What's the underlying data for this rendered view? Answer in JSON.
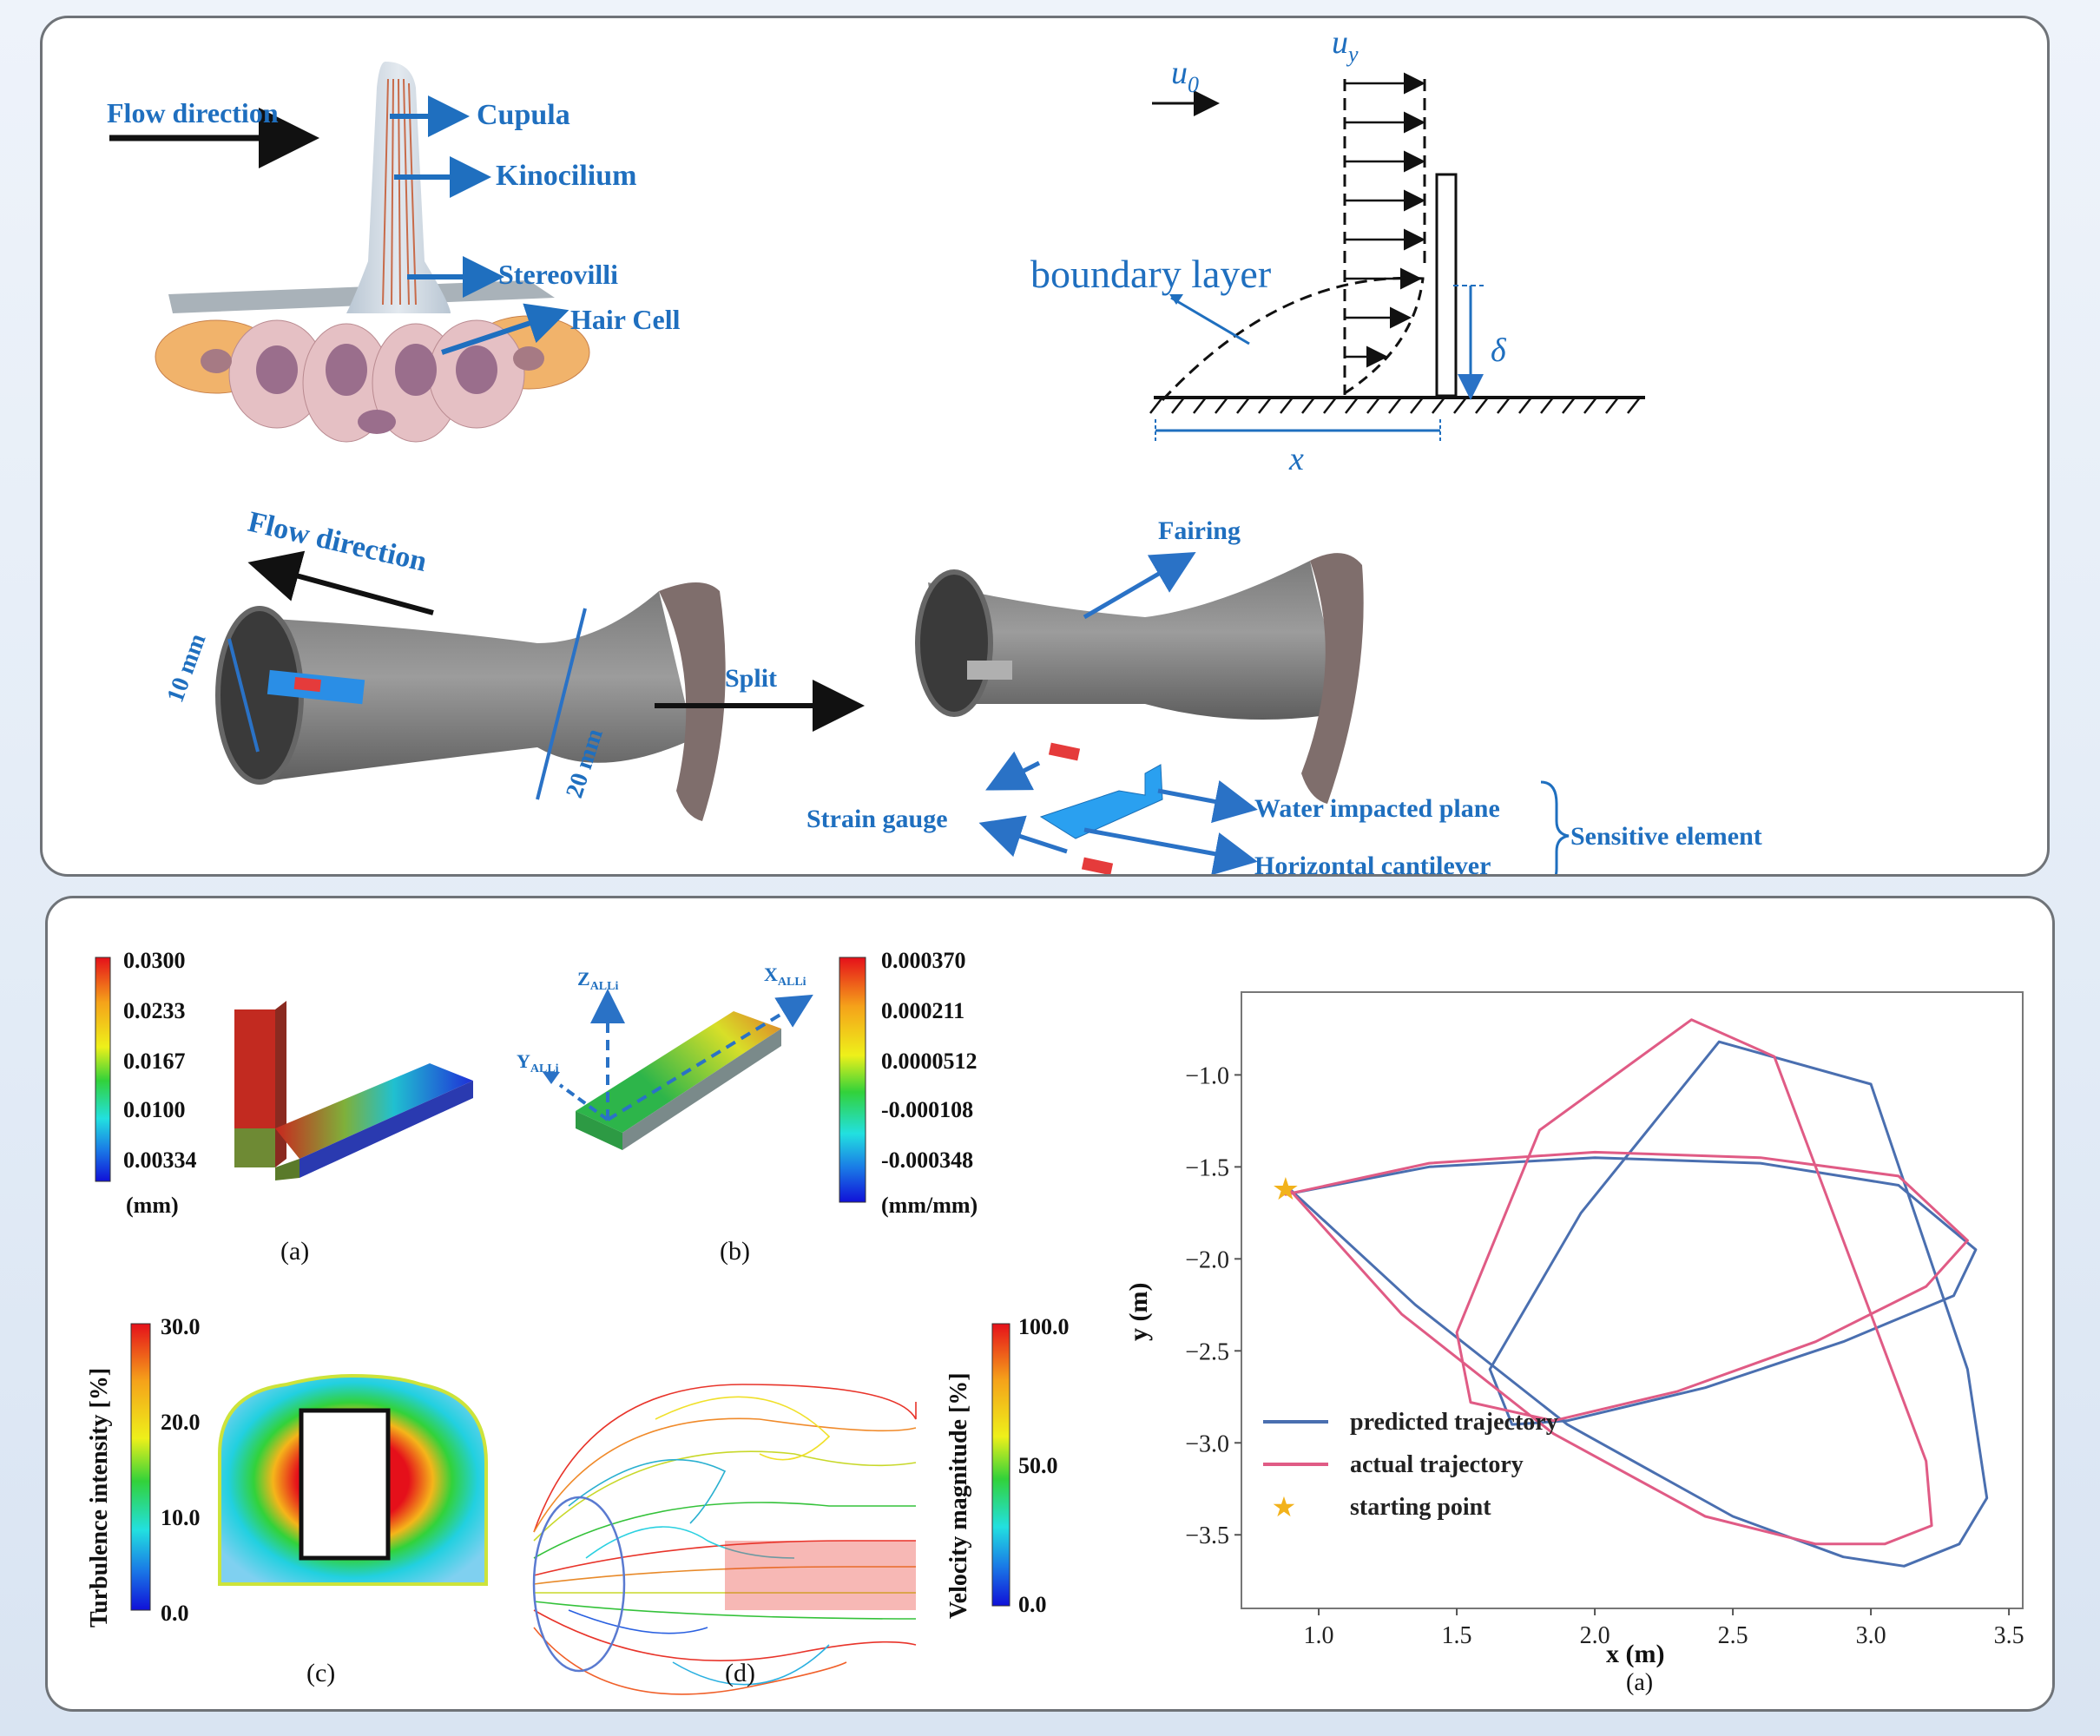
{
  "top": {
    "hair_cell": {
      "flow": "Flow direction",
      "cupula": "Cupula",
      "kinocilium": "Kinocilium",
      "stereovilli": "Stereovilli",
      "hair_cell": "Hair Cell"
    },
    "boundary": {
      "u0": "u",
      "u0_sub": "0",
      "uy": "u",
      "uy_sub": "y",
      "layer": "boundary layer",
      "delta": "δ",
      "x": "x"
    },
    "sensor": {
      "flow": "Flow direction",
      "d10": "10 mm",
      "d20": "20 mm",
      "split": "Split",
      "fairing": "Fairing",
      "strain": "Strain gauge",
      "water_plane": "Water impacted plane",
      "cantilever": "Horizontal cantilever",
      "sensitive": "Sensitive element"
    }
  },
  "bottom": {
    "fig_a": {
      "ticks": [
        "0.0300",
        "0.0233",
        "0.0167",
        "0.0100",
        "0.00334"
      ],
      "unit": "(mm)",
      "caption": "(a)"
    },
    "fig_b": {
      "ticks": [
        "0.000370",
        "0.000211",
        "0.0000512",
        "-0.000108",
        "-0.000348"
      ],
      "unit": "(mm/mm)",
      "caption": "(b)",
      "z": "Z",
      "x": "X",
      "y": "Y",
      "sub": "ALLi"
    },
    "fig_c": {
      "label": "Turbulence intensity [%]",
      "ticks": [
        "30.0",
        "20.0",
        "10.0",
        "0.0"
      ],
      "caption": "(c)"
    },
    "fig_d": {
      "label": "Velocity magnitude [%]",
      "ticks": [
        "100.0",
        "50.0",
        "0.0"
      ],
      "caption": "(d)"
    },
    "plot_caption": "(a)"
  },
  "chart_data": {
    "type": "line",
    "xlabel": "x (m)",
    "ylabel": "y (m)",
    "xlim": [
      0.72,
      3.55
    ],
    "ylim": [
      -3.9,
      -0.55
    ],
    "xticks": [
      1.0,
      1.5,
      2.0,
      2.5,
      3.0,
      3.5
    ],
    "xtick_labels": [
      "1.0",
      "1.5",
      "2.0",
      "2.5",
      "3.0",
      "3.5"
    ],
    "yticks": [
      -1.0,
      -1.5,
      -2.0,
      -2.5,
      -3.0,
      -3.5
    ],
    "ytick_labels": [
      "−1.0",
      "−1.5",
      "−2.0",
      "−2.5",
      "−3.0",
      "−3.5"
    ],
    "grid": false,
    "legend_position": "bottom-left",
    "series": [
      {
        "name": "predicted trajectory",
        "color": "#4a6fb0",
        "x": [
          0.88,
          1.4,
          2.0,
          2.6,
          3.1,
          3.38,
          3.3,
          2.9,
          2.4,
          1.9,
          1.7,
          1.62,
          1.95,
          2.45,
          3.0,
          3.35,
          3.42,
          3.32,
          3.12,
          2.9,
          2.5,
          1.9,
          1.35,
          0.88
        ],
        "y": [
          -1.65,
          -1.5,
          -1.45,
          -1.48,
          -1.6,
          -1.95,
          -2.2,
          -2.45,
          -2.7,
          -2.88,
          -2.9,
          -2.6,
          -1.75,
          -0.82,
          -1.05,
          -2.6,
          -3.3,
          -3.55,
          -3.67,
          -3.62,
          -3.4,
          -2.9,
          -2.25,
          -1.6
        ]
      },
      {
        "name": "actual trajectory",
        "color": "#e05b85",
        "x": [
          0.88,
          1.4,
          2.0,
          2.6,
          3.1,
          3.35,
          3.2,
          2.8,
          2.3,
          1.85,
          1.55,
          1.5,
          1.8,
          2.35,
          2.65,
          3.0,
          3.2,
          3.22,
          3.05,
          2.8,
          2.4,
          1.85,
          1.3,
          0.88
        ],
        "y": [
          -1.65,
          -1.48,
          -1.42,
          -1.45,
          -1.55,
          -1.9,
          -2.15,
          -2.45,
          -2.72,
          -2.88,
          -2.78,
          -2.4,
          -1.3,
          -0.7,
          -0.9,
          -2.3,
          -3.1,
          -3.45,
          -3.55,
          -3.55,
          -3.4,
          -2.95,
          -2.3,
          -1.6
        ]
      }
    ],
    "start_point": {
      "name": "starting point",
      "x": 0.88,
      "y": -1.62,
      "color": "#f2b21b"
    }
  }
}
